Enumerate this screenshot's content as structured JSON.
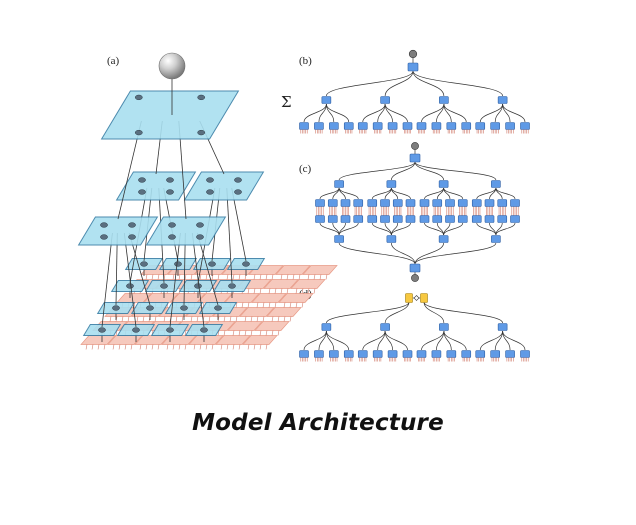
{
  "figure": {
    "caption": "Model Architecture",
    "panels": {
      "a": "(a)",
      "b": "(b)",
      "c": "(c)",
      "d": "(d)"
    },
    "sigma_symbol": "Σ"
  },
  "colors": {
    "plane_fill": "#a9dff0",
    "plane_stroke": "#3a7fa6",
    "tile_fill": "#f6c9bd",
    "tile_stroke": "#e89a86",
    "node_blue": "#5f9ae6",
    "node_gray": "#7d7d7d",
    "node_yellow": "#f7c840",
    "wire": "#333333",
    "leg": "#d07a6a"
  }
}
